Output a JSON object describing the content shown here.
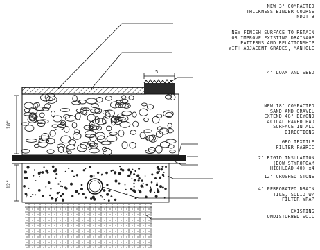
{
  "labels": {
    "binder_course": "NEW 3\" COMPACTED\nTHICKNESS BINDER COURSE\nNDOT B",
    "finish_surface": "NEW FINISH SURFACE TO RETAIN\nOR IMPROVE EXISTING DRAINAGE\nPATTERNS AND RELATIONSHIP\nWITH ADJACENT GRADES, MANHOLE",
    "loam": "4\" LOAM AND SEED",
    "sand_gravel": "NEW 18\" COMPACTED\nSAND AND GRAVEL\nEXTEND 48\" BEYOND\nACTUAL PAVED PAD\nSURFACE IN ALL\nDIRECTIONS",
    "geotextile": "GEO TEXTILE\nFILTER FABRIC",
    "insulation": "2\" RIGID INSULATION\n(DOW STYROFOAM\nHIGHLOAD 40) x4",
    "crushed_stone": "12\" CRUSHED STONE",
    "drain_tile": "4\" PERFORATED DRAIN\nTILE, SOLID W/\nFILTER WRAP",
    "existing_soil": "EXISTING\nUNDISTURBED SOIL"
  },
  "dimensions": {
    "loam_offset": "5",
    "gravel_depth": "18\"",
    "stone_depth": "12\""
  }
}
